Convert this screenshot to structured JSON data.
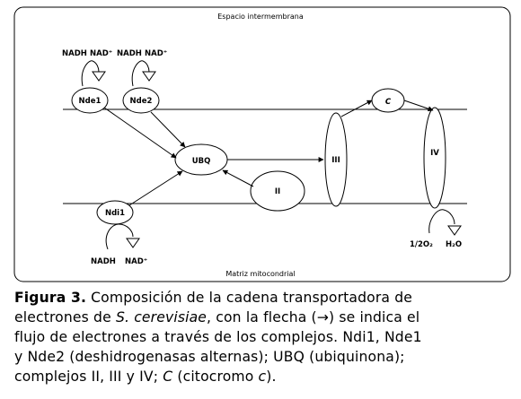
{
  "diagram": {
    "top_label": "Espacio intermembrana",
    "bottom_label": "Matriz mitocondrial",
    "nodes": {
      "nde1": "Nde1",
      "nde2": "Nde2",
      "ubq": "UBQ",
      "ndi1": "Ndi1",
      "complex_ii": "II",
      "complex_iii": "III",
      "complex_iv": "IV",
      "cyt_c": "C"
    },
    "nde1_nadh": "NADH",
    "nde1_nad": "NAD⁺",
    "nde2_nadh": "NADH",
    "nde2_nad": "NAD⁺",
    "ndi1_nadh": "NADH",
    "ndi1_nad": "NAD⁺",
    "oxygen": "1/2O₂",
    "water": "H₂O"
  },
  "caption": {
    "fig_label": "Figura 3.",
    "l1": " Composición de la cadena transportadora de",
    "l2a": "electrones de ",
    "l2b": "S. cerevisiae",
    "l2c": ",  con la flecha (→) se indica el",
    "l3": "flujo de electrones a través de los complejos. Ndi1, Nde1",
    "l4": "y Nde2 (deshidrogenasas alternas); UBQ (ubiquinona);",
    "l5a": "complejos II, III y IV; ",
    "l5b": "C",
    "l5c": " (citocromo ",
    "l5d": "c",
    "l5e": ")."
  },
  "colors": {
    "line": "#000000",
    "background": "#ffffff"
  }
}
